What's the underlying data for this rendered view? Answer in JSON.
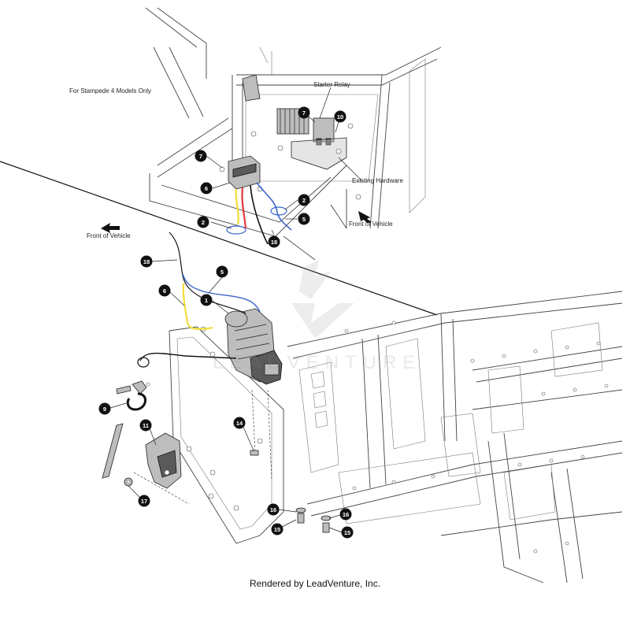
{
  "diagram": {
    "notes": {
      "model_note": "For Stampede 4 Models Only",
      "starter_relay": "Starter Relay",
      "existing_hardware": "Existing Hardware",
      "front_upper": "Front of Vehicle",
      "front_lower": "Front of Vehicle"
    },
    "callouts": [
      "1",
      "2",
      "5",
      "6",
      "7",
      "9",
      "10",
      "11",
      "14",
      "15",
      "16",
      "17",
      "18"
    ],
    "upper_callouts": {
      "c7a": "7",
      "c10": "10",
      "c7b": "7",
      "c6": "6",
      "c2a": "2",
      "c2b": "2",
      "c5": "5",
      "c18": "18"
    },
    "lower_callouts": {
      "c18": "18",
      "c5": "5",
      "c6": "6",
      "c1": "1",
      "c9": "9",
      "c11": "11",
      "c14": "14",
      "c17": "17",
      "c16a": "16",
      "c15a": "15",
      "c16b": "16",
      "c15b": "15"
    },
    "wire_colors": {
      "yellow": "#f2de3a",
      "red": "#e23a3a",
      "blue": "#3a64c8",
      "black": "#111111"
    },
    "watermark": "LEADVENTURE",
    "footer": "Rendered by LeadVenture, Inc."
  }
}
